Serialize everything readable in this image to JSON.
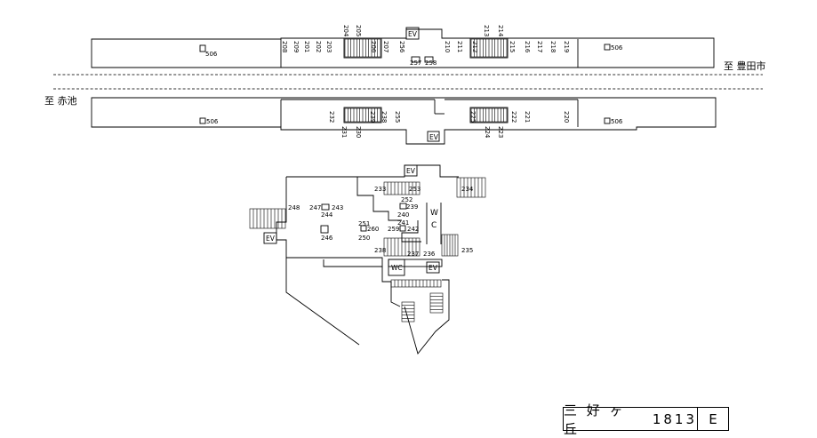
{
  "directions": {
    "toward_toyotashi": "至 豊田市",
    "toward_akaike": "至 赤池"
  },
  "station": {
    "name": "三 好 ヶ 丘",
    "code": "1813",
    "exit_letter": "E"
  },
  "elevator_label": "EV",
  "toilet_label": "WC",
  "restroom_women": "W",
  "restroom_c": "C",
  "sign_506": "506",
  "upper_platform": {
    "top_numbers": [
      "204",
      "205",
      "213",
      "214"
    ],
    "bottom_numbers": [
      "208",
      "209",
      "201",
      "202",
      "203",
      "206",
      "207",
      "256",
      "210",
      "211",
      "212",
      "215",
      "216",
      "217",
      "218",
      "219"
    ],
    "small_numbers": [
      "257",
      "258"
    ]
  },
  "lower_platform": {
    "top_numbers": [
      "232",
      "239",
      "238",
      "255",
      "225",
      "222",
      "221",
      "220"
    ],
    "bottom_numbers": [
      "231",
      "230",
      "224",
      "223"
    ]
  },
  "concourse": {
    "labels": [
      "233",
      "253",
      "234",
      "252",
      "239",
      "240",
      "247",
      "243",
      "244",
      "248",
      "251",
      "260",
      "259",
      "242",
      "250",
      "241",
      "246",
      "238",
      "237",
      "236",
      "235"
    ]
  }
}
